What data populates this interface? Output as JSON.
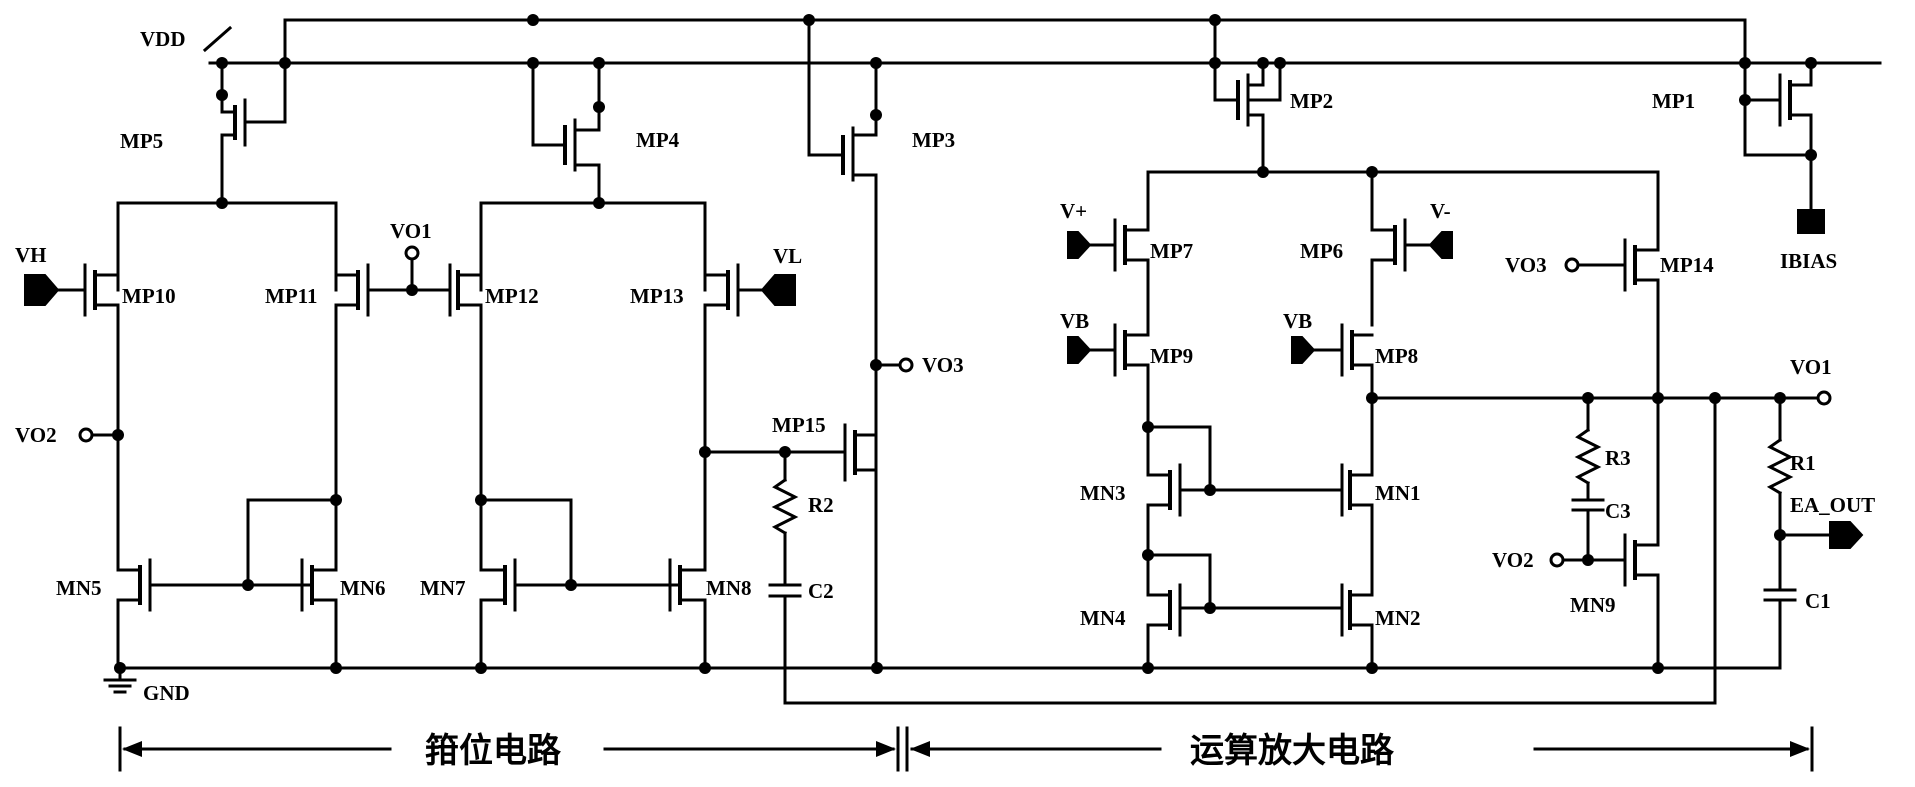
{
  "supply": {
    "vdd": "VDD",
    "gnd": "GND"
  },
  "inputs": {
    "vh": "VH",
    "vl": "VL",
    "vplus": "V+",
    "vminus": "V-",
    "vb_left": "VB",
    "vb_right": "VB",
    "ibias": "IBIAS",
    "ea_out": "EA_OUT"
  },
  "nets": {
    "vo1_left": "VO1",
    "vo1_right": "VO1",
    "vo2_left": "VO2",
    "vo2_right": "VO2",
    "vo3_left": "VO3",
    "vo3_right": "VO3"
  },
  "pmos": {
    "mp1": "MP1",
    "mp2": "MP2",
    "mp3": "MP3",
    "mp4": "MP4",
    "mp5": "MP5",
    "mp6": "MP6",
    "mp7": "MP7",
    "mp8": "MP8",
    "mp9": "MP9",
    "mp10": "MP10",
    "mp11": "MP11",
    "mp12": "MP12",
    "mp13": "MP13",
    "mp14": "MP14",
    "mp15": "MP15"
  },
  "nmos": {
    "mn1": "MN1",
    "mn2": "MN2",
    "mn3": "MN3",
    "mn4": "MN4",
    "mn5": "MN5",
    "mn6": "MN6",
    "mn7": "MN7",
    "mn8": "MN8",
    "mn9": "MN9"
  },
  "passives": {
    "r1": "R1",
    "r2": "R2",
    "r3": "R3",
    "c1": "C1",
    "c2": "C2",
    "c3": "C3"
  },
  "sections": {
    "clamp": "箝位电路",
    "opamp": "运算放大电路"
  }
}
